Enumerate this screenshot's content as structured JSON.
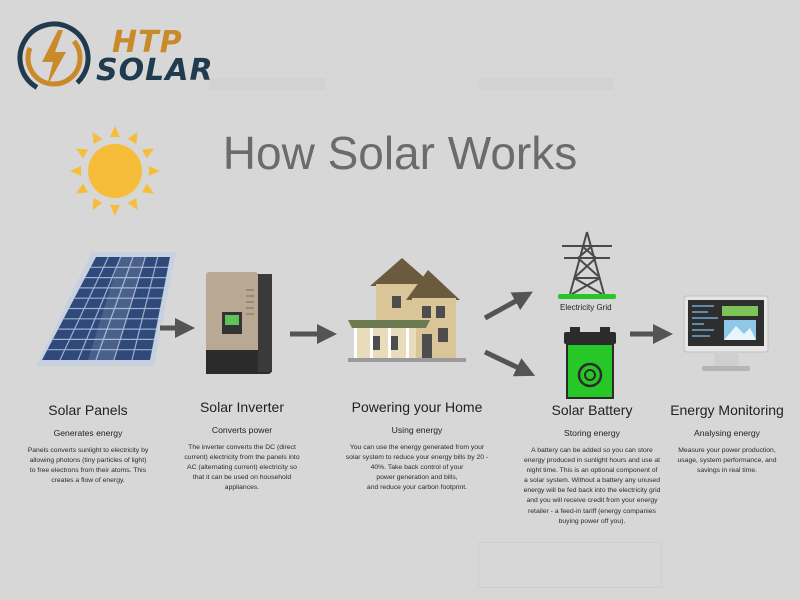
{
  "logo": {
    "line1": "HTP",
    "line2": "SOLAR"
  },
  "title": "How Solar Works",
  "grid_label": "Electricity Grid",
  "colors": {
    "background": "#d7d7d7",
    "arrow": "#545454",
    "battery": "#26c726",
    "sun": "#f6bd3a",
    "logo_orange": "#c98a2a",
    "logo_navy": "#1f3b4d"
  },
  "steps": [
    {
      "title": "Solar Panels",
      "subtitle": "Generates energy",
      "desc": [
        "Panels converts sunlight to electricity by",
        "allowing photons (tiny particles of light)",
        "to free electrons from their atoms. This",
        "creates a flow of energy."
      ]
    },
    {
      "title": "Solar Inverter",
      "subtitle": "Converts power",
      "desc": [
        "The inverter converts the DC (direct",
        "current) electricity from the panels into",
        "AC (alternating current) electricity so",
        "that it can be used on household",
        "appliances."
      ]
    },
    {
      "title": "Powering your Home",
      "subtitle": "Using energy",
      "desc": [
        "You can use the energy generated from your",
        "solar system to reduce your energy bills by 20 -",
        "40%. Take back control of your",
        "power generation and bills,",
        "and reduce your carbon footprint."
      ]
    },
    {
      "title": "Solar Battery",
      "subtitle": "Storing energy",
      "desc": [
        "A battery can be added so you can store",
        "energy produced in sunlight hours and use at",
        "night time.  This is an optional component of",
        "a solar system.  Without a battery any unused",
        "energy will be fed back into the electricity grid",
        "and you will receive credit from your energy",
        "retailer - a feed-in tariff (energy companies",
        "buying power off you)."
      ]
    },
    {
      "title": "Energy Monitoring",
      "subtitle": "Analysing energy",
      "desc": [
        "Measure your power production,",
        "usage, system performance, and",
        "savings in real time."
      ]
    }
  ]
}
